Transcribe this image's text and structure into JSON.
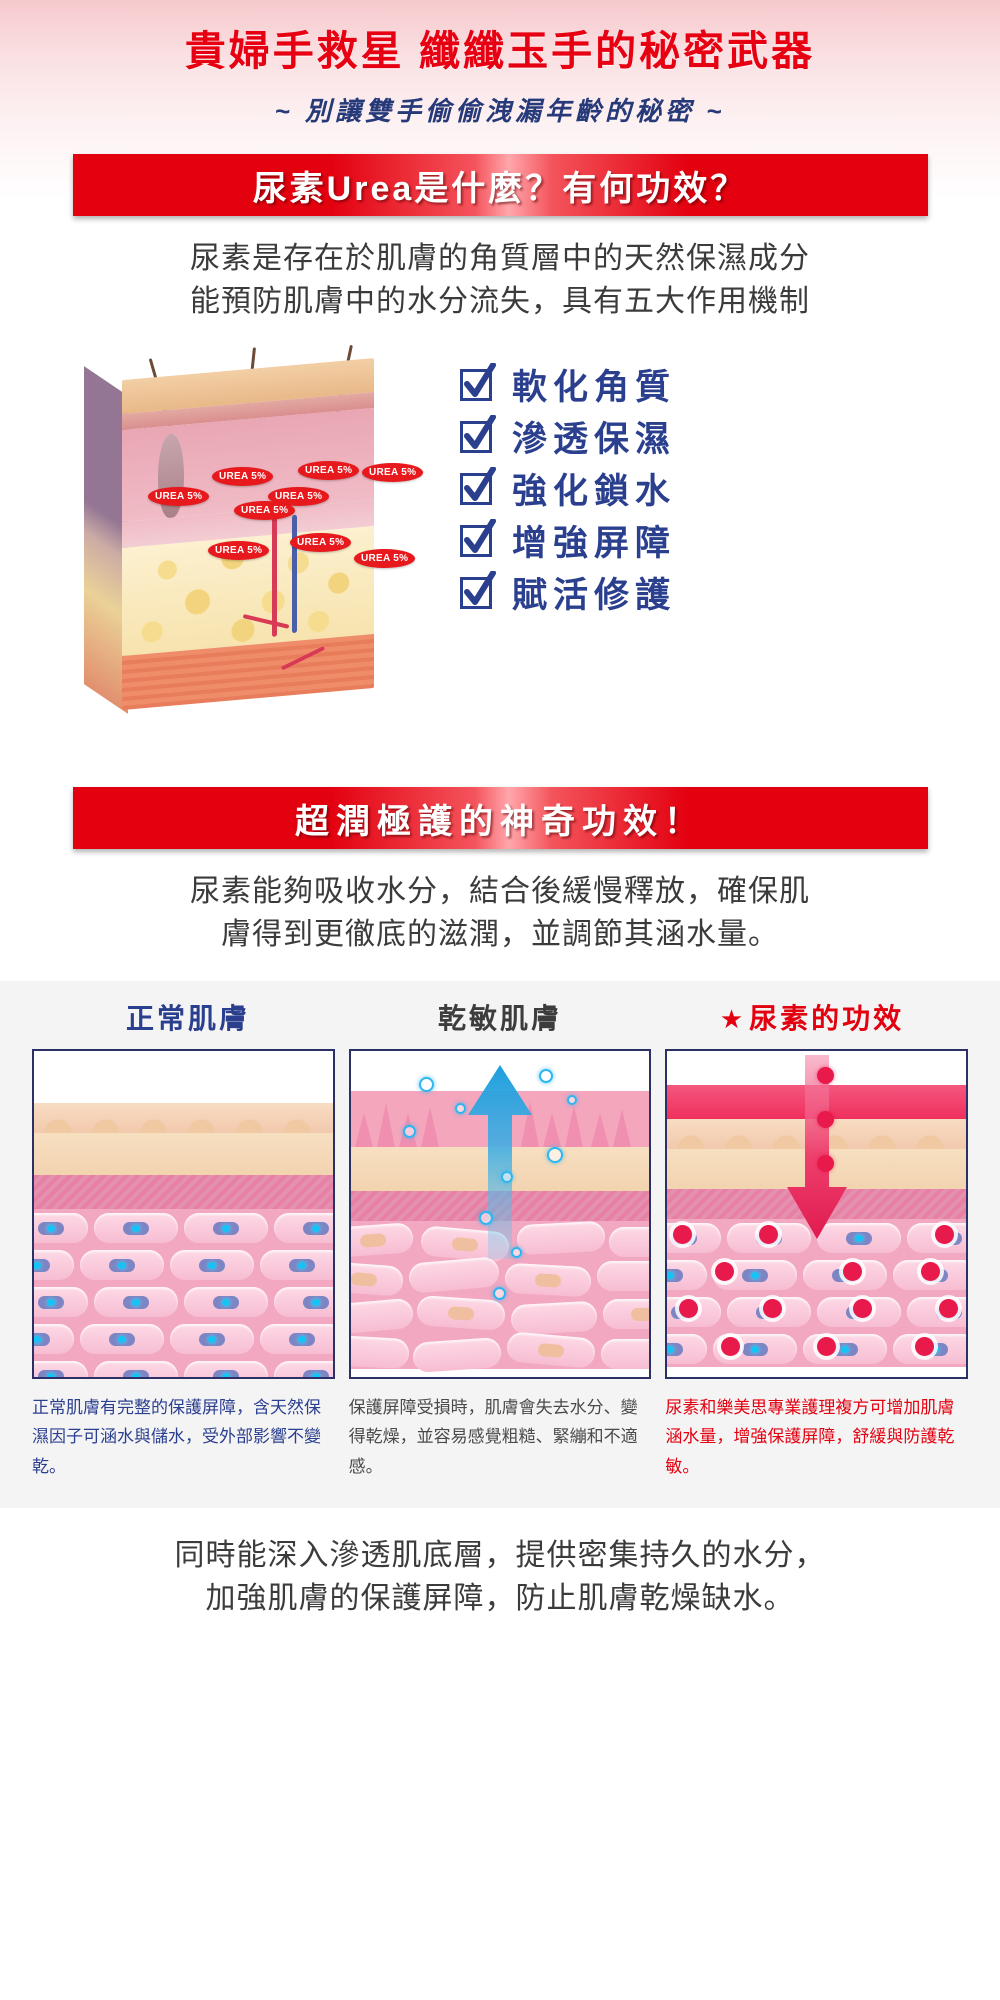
{
  "header": {
    "title": "貴婦手救星 纖纖玉手的秘密武器",
    "subtitle": "~ 別讓雙手偷偷洩漏年齡的秘密 ~"
  },
  "section_urea": {
    "banner": "尿素Urea是什麼？有何功效？",
    "paragraph_line1": "尿素是存在於肌膚的角質層中的天然保濕成分",
    "paragraph_line2": "能預防肌膚中的水分流失，具有五大作用機制",
    "diagram": {
      "name": "skin-cross-section",
      "tags": [
        "UREA 5%",
        "UREA 5%",
        "UREA 5%",
        "UREA 5%",
        "UREA 5%",
        "UREA 5%",
        "UREA 5%",
        "UREA 5%",
        "UREA 5%"
      ]
    },
    "checklist": [
      {
        "label": "軟化角質",
        "checked": true
      },
      {
        "label": "滲透保濕",
        "checked": true
      },
      {
        "label": "強化鎖水",
        "checked": true
      },
      {
        "label": "增強屏障",
        "checked": true
      },
      {
        "label": "賦活修護",
        "checked": true
      }
    ]
  },
  "section_effect": {
    "banner": "超潤極護的神奇功效！",
    "paragraph_line1": "尿素能夠吸收水分，結合後緩慢釋放，確保肌",
    "paragraph_line2": "膚得到更徹底的滋潤，並調節其涵水量。"
  },
  "comparison": {
    "columns": [
      {
        "heading": "正常肌膚",
        "heading_color": "#2b3f8f",
        "star": false,
        "caption": "正常肌膚有完整的保護屏障，含天然保濕因子可涵水與儲水，受外部影響不變乾。",
        "caption_color": "#2b3f8f",
        "illustration": "normal-skin-panel"
      },
      {
        "heading": "乾敏肌膚",
        "heading_color": "#3d3d3d",
        "star": false,
        "caption": "保護屏障受損時，肌膚會失去水分、變得乾燥，並容易感覺粗糙、緊繃和不適感。",
        "caption_color": "#4a4a4a",
        "illustration": "dry-sensitive-skin-panel"
      },
      {
        "heading": "尿素的功效",
        "heading_color": "#e3000f",
        "star": true,
        "star_glyph": "★",
        "caption": "尿素和樂美思專業護理複方可增加肌膚涵水量，增強保護屏障，舒緩與防護乾敏。",
        "caption_color": "#e3000f",
        "illustration": "urea-effect-panel"
      }
    ]
  },
  "closing": {
    "line1": "同時能深入滲透肌底層，提供密集持久的水分，",
    "line2": "加強肌膚的保護屏障，防止肌膚乾燥缺水。"
  },
  "colors": {
    "brand_red": "#e3000f",
    "navy": "#2b3f8f",
    "body_gray": "#3b3b3b",
    "panel_bg": "#f4f4f4"
  }
}
